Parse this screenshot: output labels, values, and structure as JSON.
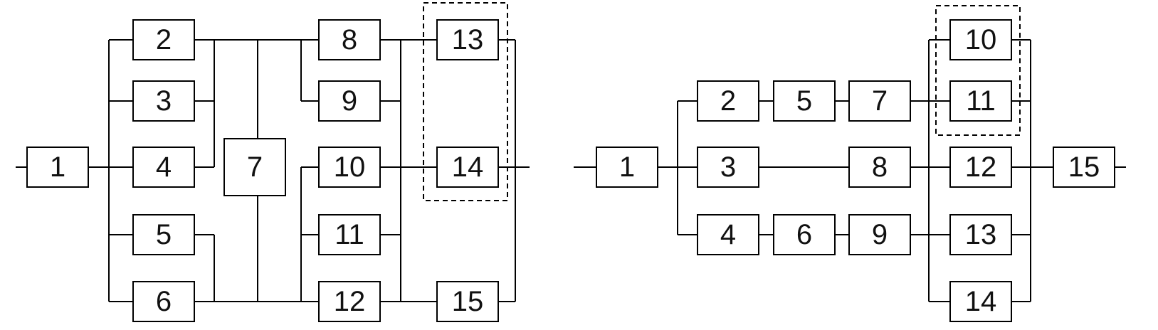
{
  "left": {
    "boxes": [
      "1",
      "2",
      "3",
      "4",
      "5",
      "6",
      "7",
      "8",
      "9",
      "10",
      "11",
      "12",
      "13",
      "14",
      "15"
    ]
  },
  "right": {
    "boxes": [
      "1",
      "2",
      "3",
      "4",
      "5",
      "6",
      "7",
      "8",
      "9",
      "10",
      "11",
      "12",
      "13",
      "14",
      "15"
    ]
  }
}
